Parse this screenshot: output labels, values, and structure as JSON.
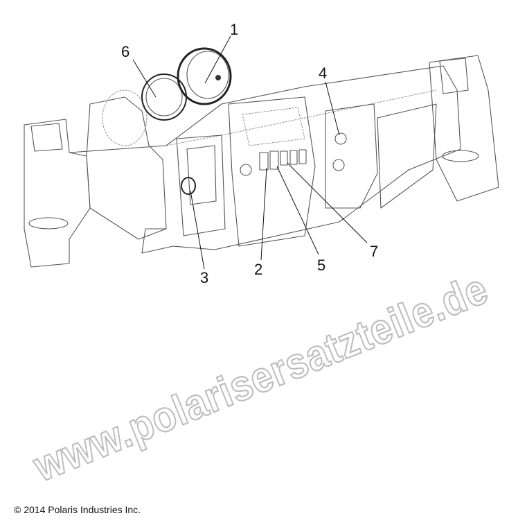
{
  "diagram": {
    "callouts": [
      "1",
      "2",
      "3",
      "4",
      "5",
      "6",
      "7"
    ],
    "watermark": "www.polarisersatzteile.de",
    "copyright": "© 2014 Polaris Industries Inc."
  }
}
